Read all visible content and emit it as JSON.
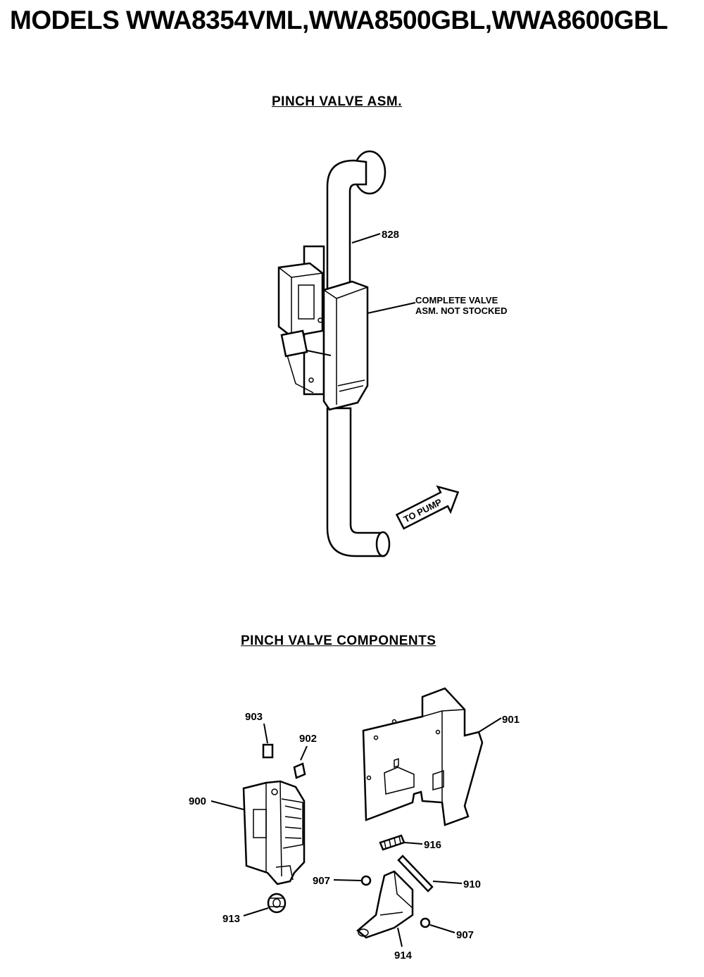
{
  "header": {
    "title": "MODELS WWA8354VML,WWA8500GBL,WWA8600GBL"
  },
  "sections": {
    "assembly": {
      "title": "PINCH VALVE ASM."
    },
    "components": {
      "title": "PINCH VALVE COMPONENTS"
    }
  },
  "callouts": {
    "hose": "828",
    "note_line1": "COMPLETE VALVE",
    "note_line2": "ASM. NOT STOCKED",
    "to_pump": "TO PUMP",
    "p903": "903",
    "p902": "902",
    "p901": "901",
    "p900": "900",
    "p916": "916",
    "p907a": "907",
    "p910": "910",
    "p913": "913",
    "p907b": "907",
    "p914": "914"
  }
}
